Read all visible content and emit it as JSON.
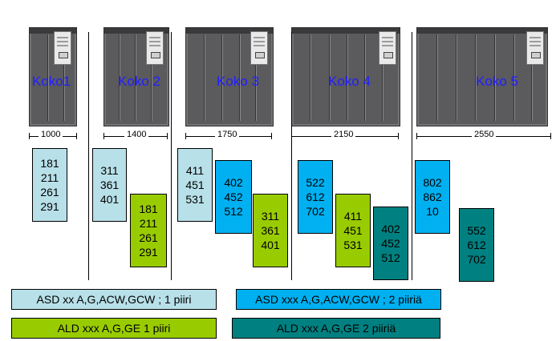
{
  "sizes": [
    {
      "name": "Koko1",
      "width": "1000"
    },
    {
      "name": "Koko 2",
      "width": "1400"
    },
    {
      "name": "Koko  3",
      "width": "1750"
    },
    {
      "name": "Koko  4",
      "width": "2150"
    },
    {
      "name": "Koko 5",
      "width": "2550"
    }
  ],
  "columns": [
    {
      "groups": [
        [
          "181",
          "211",
          "261",
          "291"
        ]
      ]
    },
    {
      "groups": [
        [
          "311",
          "361",
          "401"
        ],
        [
          "181",
          "211",
          "261",
          "291"
        ]
      ]
    },
    {
      "groups": [
        [
          "411",
          "451",
          "531"
        ],
        [
          "402",
          "452",
          "512"
        ],
        [
          "311",
          "361",
          "401"
        ]
      ]
    },
    {
      "groups": [
        [
          "522",
          "612",
          "702"
        ],
        [
          "411",
          "451",
          "531"
        ],
        [
          "402",
          "452",
          "512"
        ]
      ]
    },
    {
      "groups": [
        [
          "802",
          "862",
          "10"
        ],
        [
          "552",
          "612",
          "702"
        ]
      ]
    }
  ],
  "legend": [
    {
      "label": "ASD xx A,G,ACW,GCW ; 1 piiri",
      "color": "#b8e0e8"
    },
    {
      "label": "ASD xxx A,G,ACW,GCW ; 2 piiriä",
      "color": "#00b0f0"
    },
    {
      "label": "ALD xxx A,G,GE 1 piiri",
      "color": "#99cc00"
    },
    {
      "label": "ALD xxx A,G,GE 2 piiriä",
      "color": "#008080"
    }
  ]
}
